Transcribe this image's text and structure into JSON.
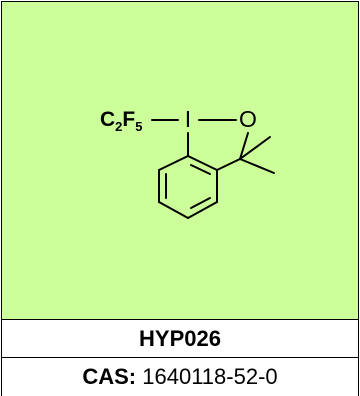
{
  "colors": {
    "panel_background": "#ccff99",
    "line": "#000000"
  },
  "structure": {
    "substituent": {
      "symbol": "C",
      "sub1": "2",
      "symbol2": "F",
      "sub2": "5"
    },
    "iodine": "I",
    "oxygen": "O"
  },
  "compound": {
    "code": "HYP026",
    "cas_label": "CAS:",
    "cas_number": "1640118-52-0"
  }
}
